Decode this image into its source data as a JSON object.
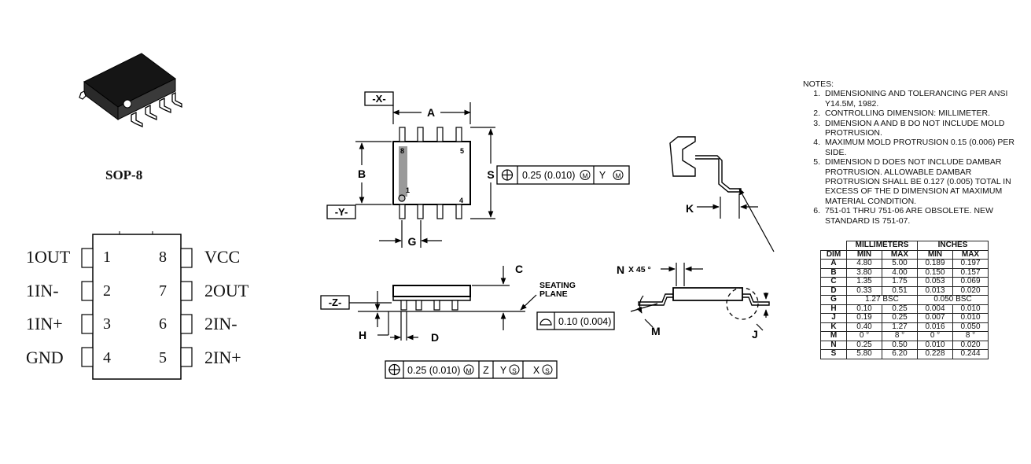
{
  "package": {
    "name": "SOP-8"
  },
  "pinout": {
    "left": [
      {
        "label": "1OUT",
        "num": "1"
      },
      {
        "label": "1IN-",
        "num": "2"
      },
      {
        "label": "1IN+",
        "num": "3"
      },
      {
        "label": "GND",
        "num": "4"
      }
    ],
    "right": [
      {
        "label": "VCC",
        "num": "8"
      },
      {
        "label": "2OUT",
        "num": "7"
      },
      {
        "label": "2IN-",
        "num": "6"
      },
      {
        "label": "2IN+",
        "num": "5"
      }
    ]
  },
  "drawing": {
    "datum_x": "-X-",
    "datum_y": "-Y-",
    "datum_z": "-Z-",
    "dim_a": "A",
    "dim_b": "B",
    "dim_s": "S",
    "dim_g": "G",
    "dim_c": "C",
    "dim_h": "H",
    "dim_d": "D",
    "dim_k": "K",
    "dim_m": "M",
    "dim_j": "J",
    "dim_n": "N",
    "n_x45": "X 45 °",
    "pin8": "8",
    "pin5": "5",
    "pin1": "1",
    "pin4": "4",
    "seating_1": "SEATING",
    "seating_2": "PLANE",
    "tol1_value": "0.25 (0.010)",
    "tol1_mod": "M",
    "tol1_datum": "Y",
    "tol1_datum_mod": "M",
    "tol2_value": "0.10 (0.004)",
    "tol3_value": "0.25 (0.010)",
    "tol3_mod": "M",
    "tol3_z": "Z",
    "tol3_y": "Y",
    "tol3_y_mod": "S",
    "tol3_x": "X",
    "tol3_x_mod": "S"
  },
  "notes": {
    "title": "NOTES:",
    "items": [
      {
        "num": "1.",
        "text": "DIMENSIONING AND TOLERANCING PER ANSI Y14.5M, 1982."
      },
      {
        "num": "2.",
        "text": "CONTROLLING DIMENSION: MILLIMETER."
      },
      {
        "num": "3.",
        "text": "DIMENSION A AND B DO NOT INCLUDE MOLD PROTRUSION."
      },
      {
        "num": "4.",
        "text": "MAXIMUM MOLD PROTRUSION 0.15 (0.006) PER SIDE."
      },
      {
        "num": "5.",
        "text": "DIMENSION D DOES NOT INCLUDE DAMBAR PROTRUSION. ALLOWABLE DAMBAR PROTRUSION SHALL BE 0.127 (0.005) TOTAL IN EXCESS OF THE D DIMENSION AT MAXIMUM MATERIAL CONDITION."
      },
      {
        "num": "6.",
        "text": "751-01 THRU 751-06 ARE OBSOLETE. NEW STANDARD IS 751-07."
      }
    ]
  },
  "dimtable": {
    "group_mm": "MILLIMETERS",
    "group_in": "INCHES",
    "headers": [
      "DIM",
      "MIN",
      "MAX",
      "MIN",
      "MAX"
    ],
    "rows": [
      [
        "A",
        "4.80",
        "5.00",
        "0.189",
        "0.197"
      ],
      [
        "B",
        "3.80",
        "4.00",
        "0.150",
        "0.157"
      ],
      [
        "C",
        "1.35",
        "1.75",
        "0.053",
        "0.069"
      ],
      [
        "D",
        "0.33",
        "0.51",
        "0.013",
        "0.020"
      ],
      [
        "H",
        "0.10",
        "0.25",
        "0.004",
        "0.010"
      ],
      [
        "J",
        "0.19",
        "0.25",
        "0.007",
        "0.010"
      ],
      [
        "K",
        "0.40",
        "1.27",
        "0.016",
        "0.050"
      ],
      [
        "M",
        "0 °",
        "8 °",
        "0 °",
        "8 °"
      ],
      [
        "N",
        "0.25",
        "0.50",
        "0.010",
        "0.020"
      ],
      [
        "S",
        "5.80",
        "6.20",
        "0.228",
        "0.244"
      ]
    ],
    "g_row": {
      "dim": "G",
      "mm": "1.27 BSC",
      "in": "0.050 BSC"
    }
  }
}
